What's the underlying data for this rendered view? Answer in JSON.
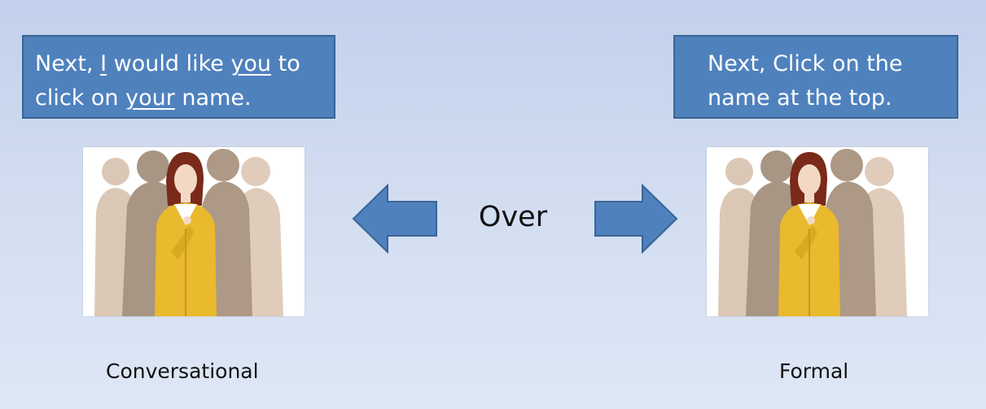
{
  "colors": {
    "background_top": "#c3d0ec",
    "background_bottom": "#dee7f5",
    "bubble_fill": "#4f81bd",
    "bubble_border": "#3a6596",
    "arrow_fill": "#4f81bd"
  },
  "left": {
    "bubble": {
      "line1": {
        "a": "Next, ",
        "b": "I",
        "c": " would like ",
        "d": "you",
        "e": " to"
      },
      "line2": {
        "a": "click on ",
        "b": "your",
        "c": " name."
      }
    },
    "figure_icon": "businesswoman-with-shadow-crowd-icon",
    "caption": "Conversational"
  },
  "center": {
    "label": "Over",
    "left_arrow_icon": "arrow-left-icon",
    "right_arrow_icon": "arrow-right-icon"
  },
  "right": {
    "bubble": {
      "line1": "Next, Click on the",
      "line2": "name at the top."
    },
    "figure_icon": "businesswoman-with-shadow-crowd-icon",
    "caption": "Formal"
  }
}
